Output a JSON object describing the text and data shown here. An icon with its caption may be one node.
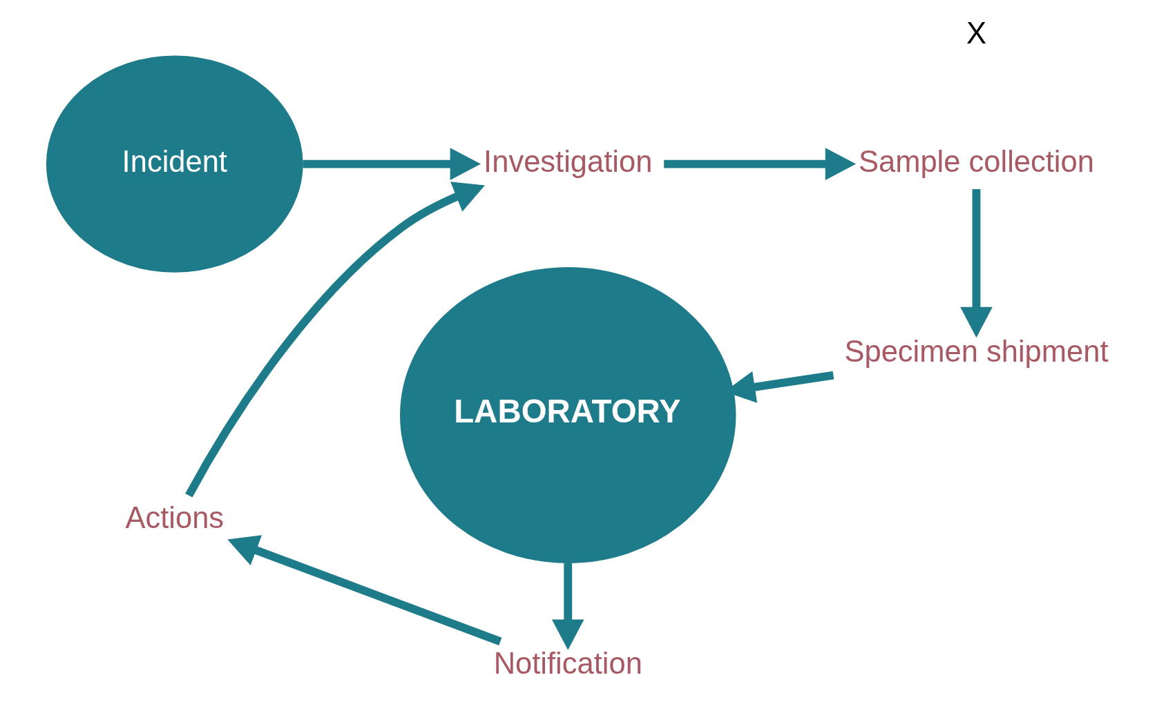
{
  "diagram": {
    "nodes": [
      {
        "text": [
          "Incident"
        ]
      },
      {
        "text": [
          "Investigation"
        ]
      },
      {
        "text": [
          "Sample collection"
        ]
      },
      {
        "text": [
          "Specimen shipment"
        ]
      },
      {
        "text": [
          "LABORATORY"
        ]
      },
      {
        "text": [
          "Notification"
        ]
      },
      {
        "text": [
          "Actions"
        ]
      }
    ],
    "edges": [
      {
        "from": 0,
        "to": 1,
        "arrow": "to"
      },
      {
        "from": 1,
        "to": 2,
        "arrow": "to"
      },
      {
        "from": 2,
        "to": 3,
        "arrow": "to"
      },
      {
        "from": 3,
        "to": 4,
        "arrow": "to"
      },
      {
        "from": 4,
        "to": 5,
        "arrow": "to"
      },
      {
        "from": 5,
        "to": 6,
        "arrow": "to"
      },
      {
        "from": 6,
        "to": 1,
        "arrow": "to"
      }
    ],
    "labels": [
      "X"
    ]
  }
}
